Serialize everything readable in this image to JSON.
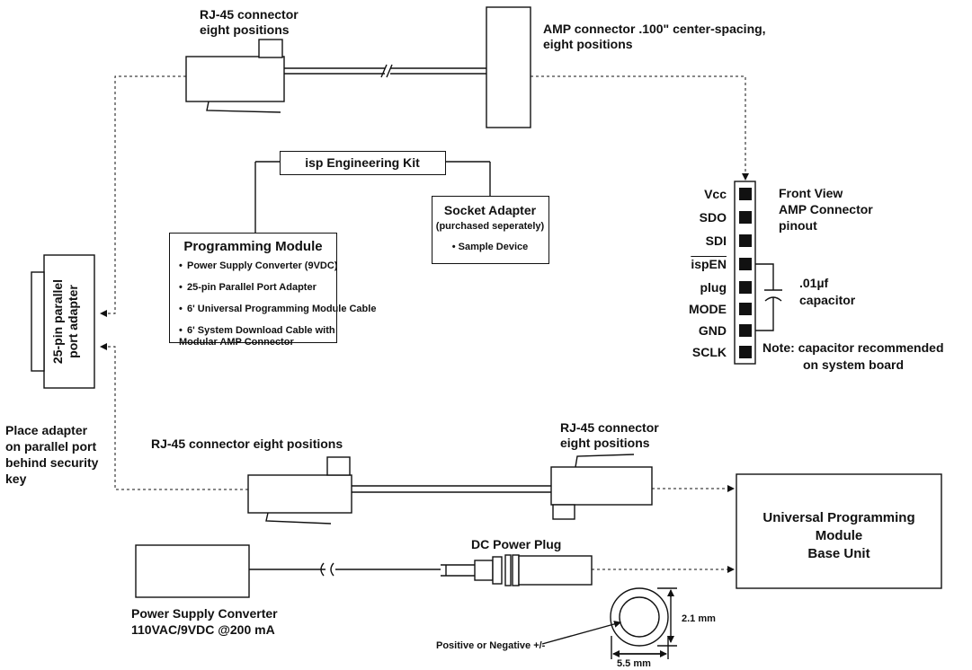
{
  "labels": {
    "rj45_top": [
      "RJ-45 connector",
      "eight positions"
    ],
    "amp_connector": [
      "AMP connector .100\" center-spacing,",
      "eight positions"
    ],
    "isp_kit": "isp Engineering Kit",
    "socket_adapter": {
      "title": "Socket Adapter",
      "subtitle": "(purchased seperately)",
      "item": "Sample Device"
    },
    "programming_module": {
      "title": "Programming Module",
      "items": [
        "Power Supply Converter (9VDC)",
        "25-pin Parallel Port Adapter",
        "6' Universal Programming Module Cable",
        "6' System Download Cable with",
        "Modular AMP Connector"
      ]
    },
    "parallel_adapter": [
      "25-pin parallel",
      "port adapter"
    ],
    "place_adapter": [
      "Place adapter",
      "on parallel port",
      "behind security",
      "key"
    ],
    "rj45_bottom_left": "RJ-45 connector eight positions",
    "rj45_bottom_right": [
      "RJ-45 connector",
      "eight positions"
    ],
    "front_view": [
      "Front View",
      "AMP  Connector",
      "pinout"
    ],
    "pins": [
      "Vcc",
      "SDO",
      "SDI",
      "ispEN",
      "plug",
      "MODE",
      "GND",
      "SCLK"
    ],
    "capacitor": [
      ".01µf",
      "capacitor"
    ],
    "note": [
      "Note: capacitor recommended",
      "on system  board"
    ],
    "base_unit": [
      "Universal Programming",
      "Module",
      "Base Unit"
    ],
    "dc_plug": "DC Power Plug",
    "power_supply": [
      "Power Supply Converter",
      "110VAC/9VDC @200 mA"
    ],
    "polarity": "Positive or Negative +/-",
    "dim_height": "2.1 mm",
    "dim_width": "5.5 mm"
  }
}
